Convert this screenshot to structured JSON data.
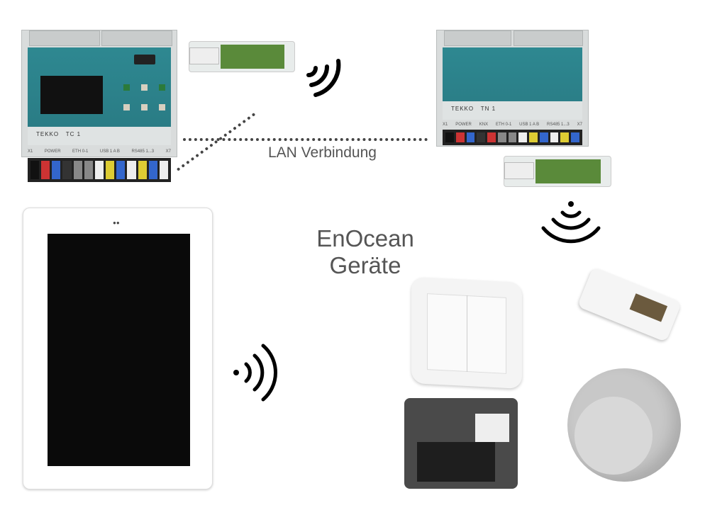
{
  "diagram": {
    "lan_label": "LAN Verbindung",
    "enocean_label_line1": "EnOcean",
    "enocean_label_line2": "Geräte",
    "controller_left": {
      "brand": "TEKKO",
      "model": "TC 1",
      "ports": [
        "X1",
        "POWER",
        "ETH 0-1",
        "USB 1  A B",
        "RS485 1...3",
        "X7"
      ]
    },
    "controller_right": {
      "brand": "TEKKO",
      "model": "TN 1",
      "ports": [
        "X1",
        "POWER",
        "KNX",
        "ETH 0-1",
        "USB 1  A B",
        "RS485 1...3",
        "X7"
      ]
    },
    "icons": [
      "wireless-signal-icon",
      "usb-stick-icon",
      "tablet-icon",
      "switch-icon",
      "sensor-icon",
      "actuator-icon",
      "thermostat-icon"
    ],
    "colors": {
      "controller_face": "#2e8891",
      "lan_line": "#444444",
      "label": "#555555"
    }
  }
}
